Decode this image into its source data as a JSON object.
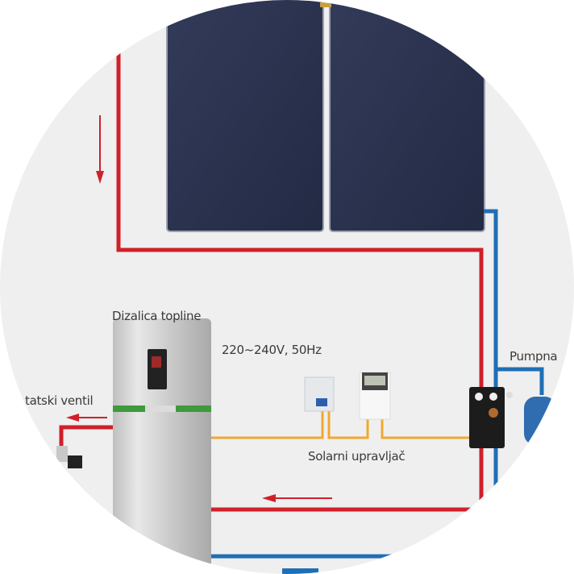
{
  "labels": {
    "heat_pump": "Dizalica topline",
    "voltage": "220~240V, 50Hz",
    "valve": "tatski ventil",
    "controller": "Solarni upravljač",
    "pump": "Pumpna"
  },
  "colors": {
    "hot_pipe": "#d0202a",
    "cold_pipe": "#1f6fb5",
    "wire": "#f0a830",
    "panel": "#2b3350",
    "background": "#efefef"
  }
}
